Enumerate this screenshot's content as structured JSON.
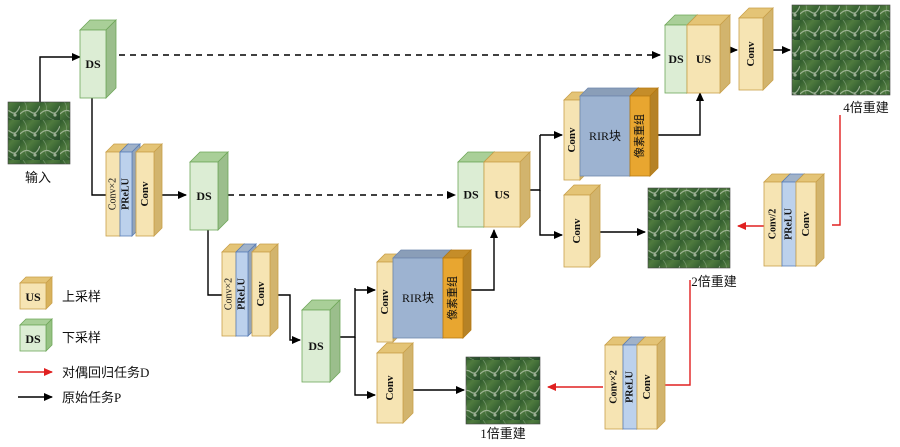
{
  "labels": {
    "ds": "DS",
    "us": "US",
    "conv": "Conv",
    "conv_x2": "Conv×2",
    "conv_div2": "Conv/2",
    "prelu": "PReLU",
    "rir": "RIR块",
    "pixel_shuffle": "像素重组",
    "input": "输入",
    "out_1x": "1倍重建",
    "out_2x": "2倍重建",
    "out_4x": "4倍重建"
  },
  "legend": {
    "us_symbol": "US",
    "us_text": "上采样",
    "ds_symbol": "DS",
    "ds_text": "下采样",
    "red_text": "对偶回归任务D",
    "black_text": "原始任务P"
  },
  "colors": {
    "conv_front": "#f6e4b3",
    "conv_side": "#e4c476",
    "conv_stroke": "#c9a04a",
    "ds_front": "#dcedd4",
    "ds_side": "#a9cf98",
    "ds_stroke": "#6fa75a",
    "prelu_front": "#bcd1ec",
    "prelu_stroke": "#5a7fb8",
    "rir_front": "#9db3d1",
    "shuffle_front": "#e8a630",
    "arrow_black": "#000000",
    "arrow_red": "#e02020"
  }
}
